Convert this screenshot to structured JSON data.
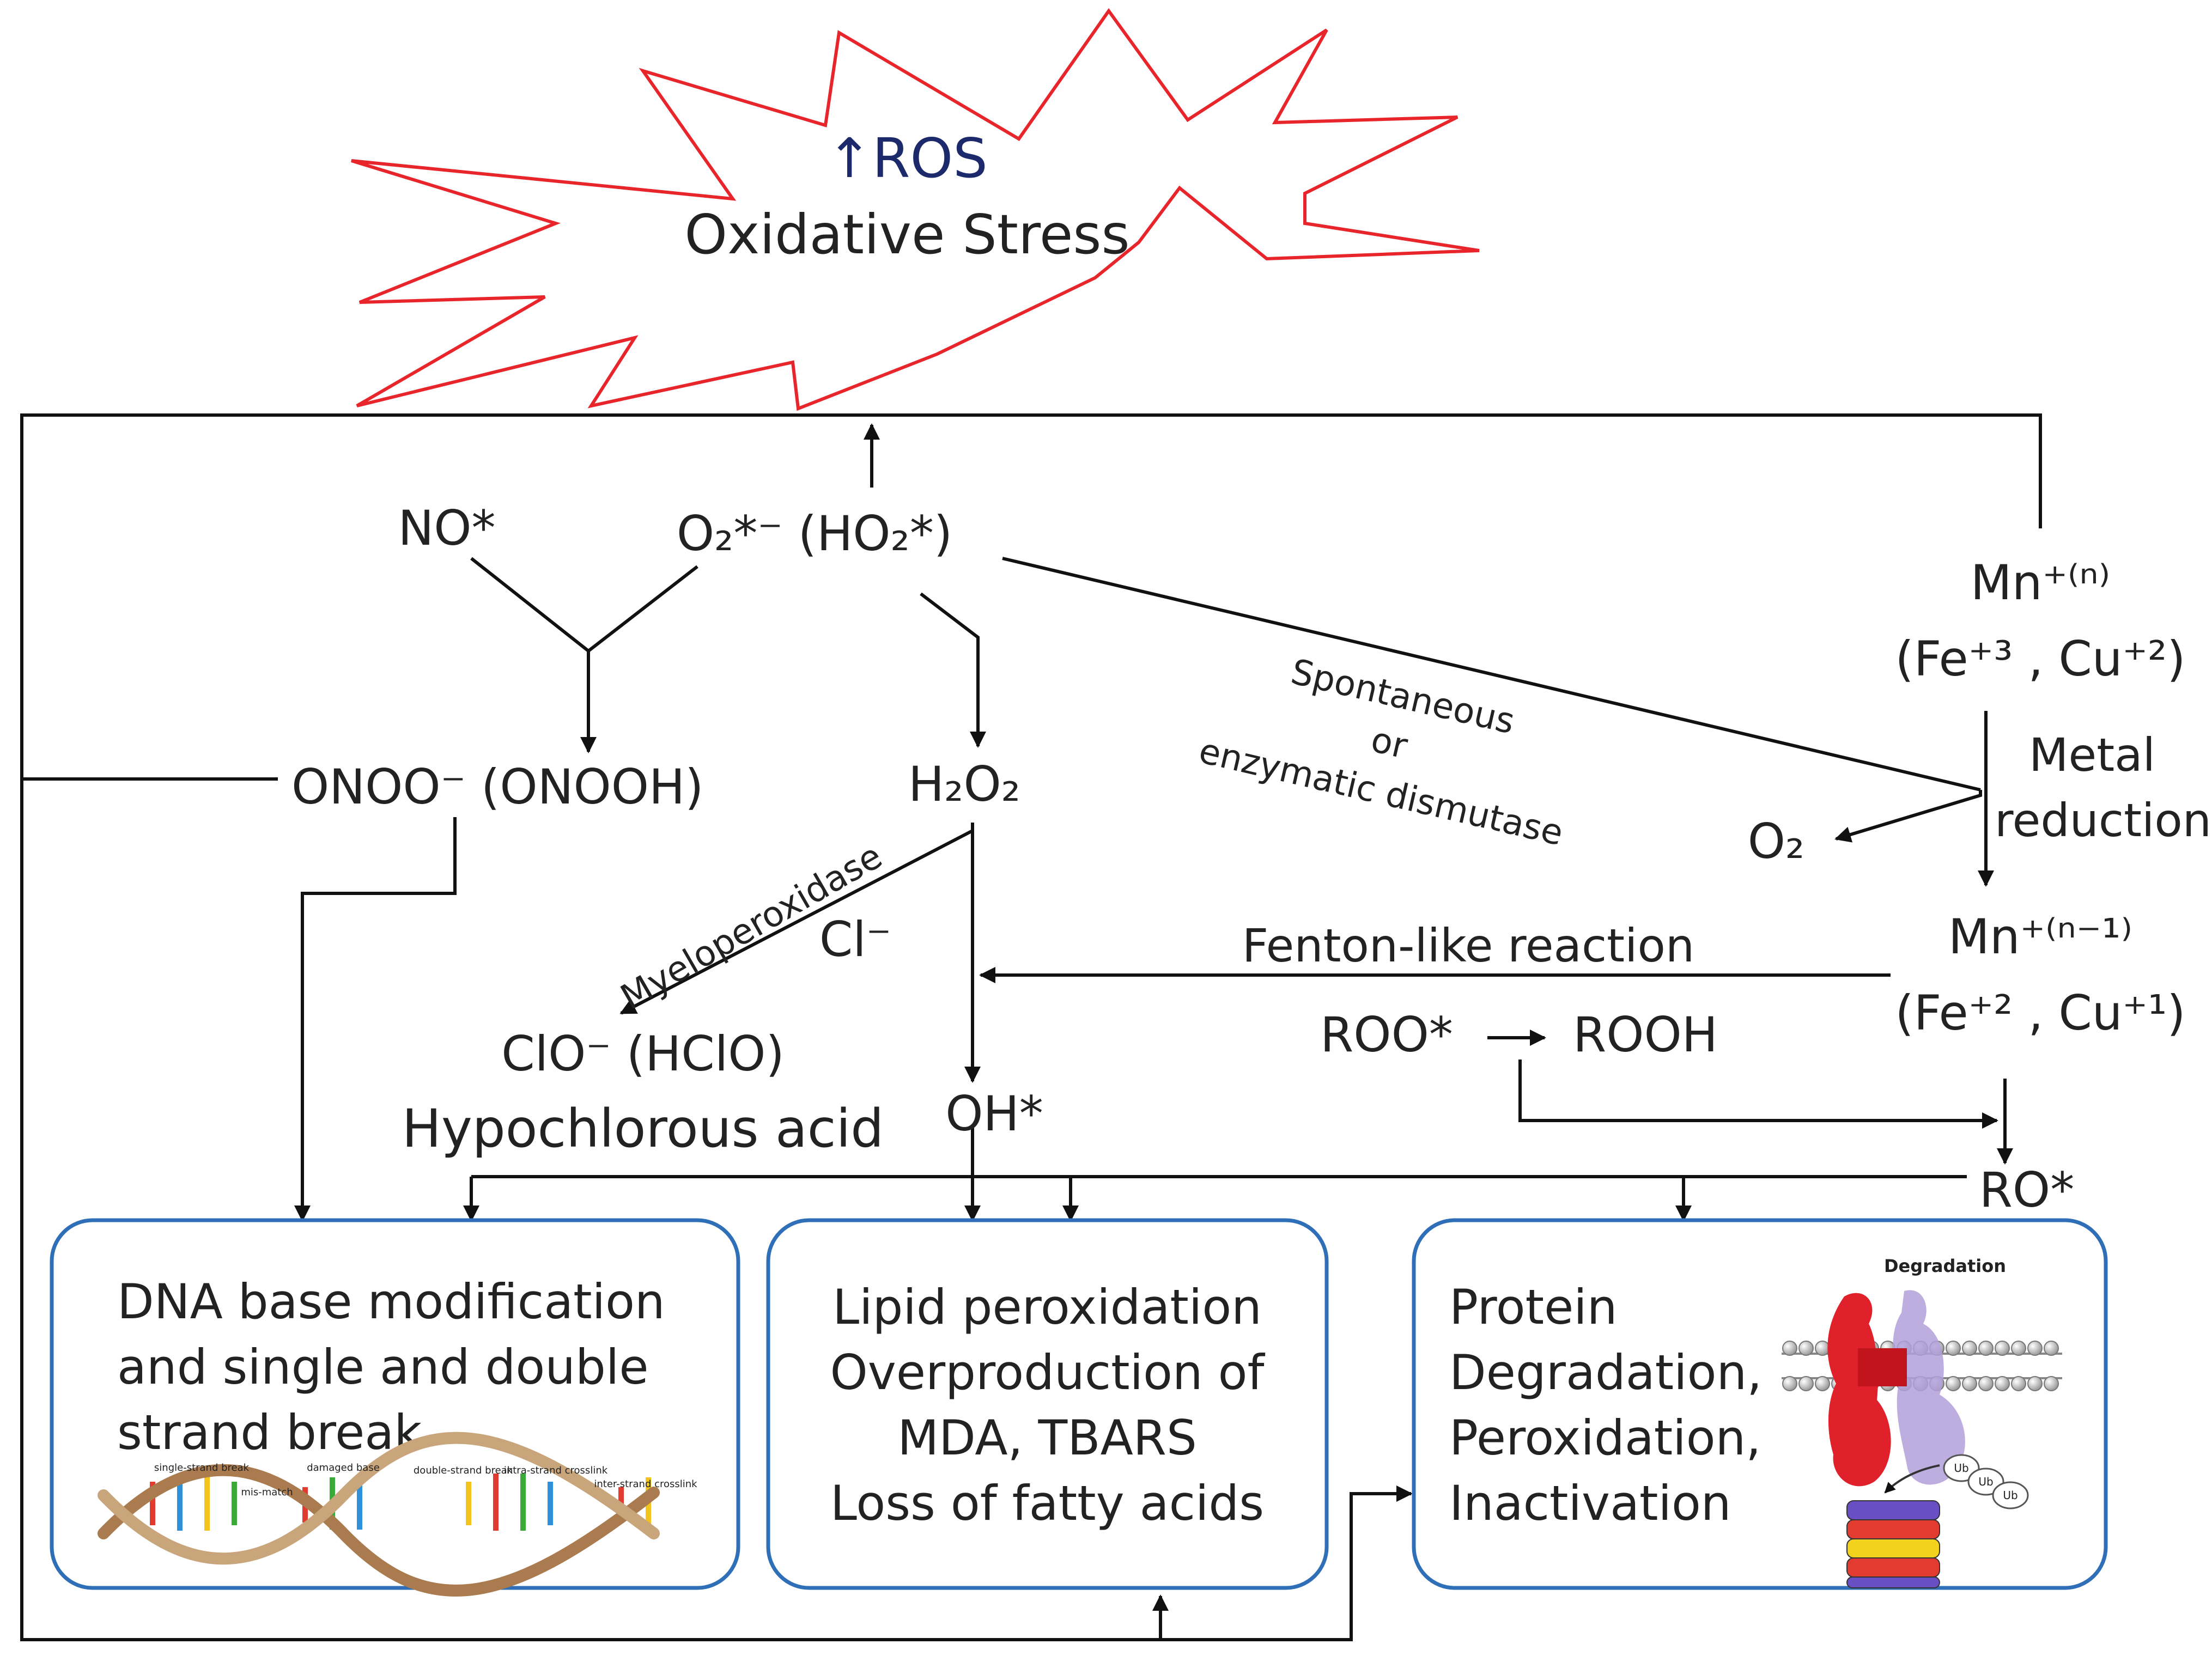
{
  "colors": {
    "burst_stroke": "#e8252b",
    "box_stroke": "#2f6fb8",
    "ros_text": "#1c2a6b",
    "line": "#111111",
    "text": "#222222"
  },
  "burst": {
    "line1": "↑ROS",
    "line2": "Oxidative Stress"
  },
  "species": {
    "no": "NO*",
    "o2_superoxide": "O₂*⁻ (HO₂*)",
    "onoo": "ONOO⁻  (ONOOH)",
    "h2o2": "H₂O₂",
    "hclo": "ClO⁻ (HClO)",
    "hypochlorous": "Hypochlorous acid",
    "cl": "Cl⁻",
    "oh": "OH*",
    "o2": "O₂",
    "roo": "ROO*",
    "rooh": "ROOH",
    "ro": "RO*",
    "metal_oxidized": "Mn⁺⁽ⁿ⁾",
    "metal_oxidized_examples": "(Fe⁺³ , Cu⁺²)",
    "metal_reduced": "Mn⁺⁽ⁿ⁻¹⁾",
    "metal_reduced_examples": "(Fe⁺² , Cu⁺¹)"
  },
  "reactions": {
    "myeloperoxidase": "Myeloperoxidase",
    "dismutase_1": "Spontaneous",
    "dismutase_2": "or",
    "dismutase_3": "enzymatic dismutase",
    "metal_reduction_1": "Metal",
    "metal_reduction_2": "reduction",
    "fenton": "Fenton-like reaction"
  },
  "boxes": {
    "dna": {
      "lines": [
        "DNA base modification",
        "and single and double",
        "strand break"
      ],
      "labels": [
        "single-strand break",
        "mis-match",
        "damaged base",
        "double-strand break",
        "intra-strand crosslink",
        "inter-strand crosslink"
      ]
    },
    "lipid": {
      "lines": [
        "Lipid peroxidation",
        "Overproduction of",
        "MDA, TBARS",
        "Loss of fatty acids"
      ]
    },
    "protein": {
      "lines": [
        "Protein",
        "Degradation,",
        "Peroxidation,",
        "Inactivation"
      ],
      "figure_title": "Degradation",
      "ub_labels": [
        "Ub",
        "Ub",
        "Ub"
      ]
    }
  }
}
